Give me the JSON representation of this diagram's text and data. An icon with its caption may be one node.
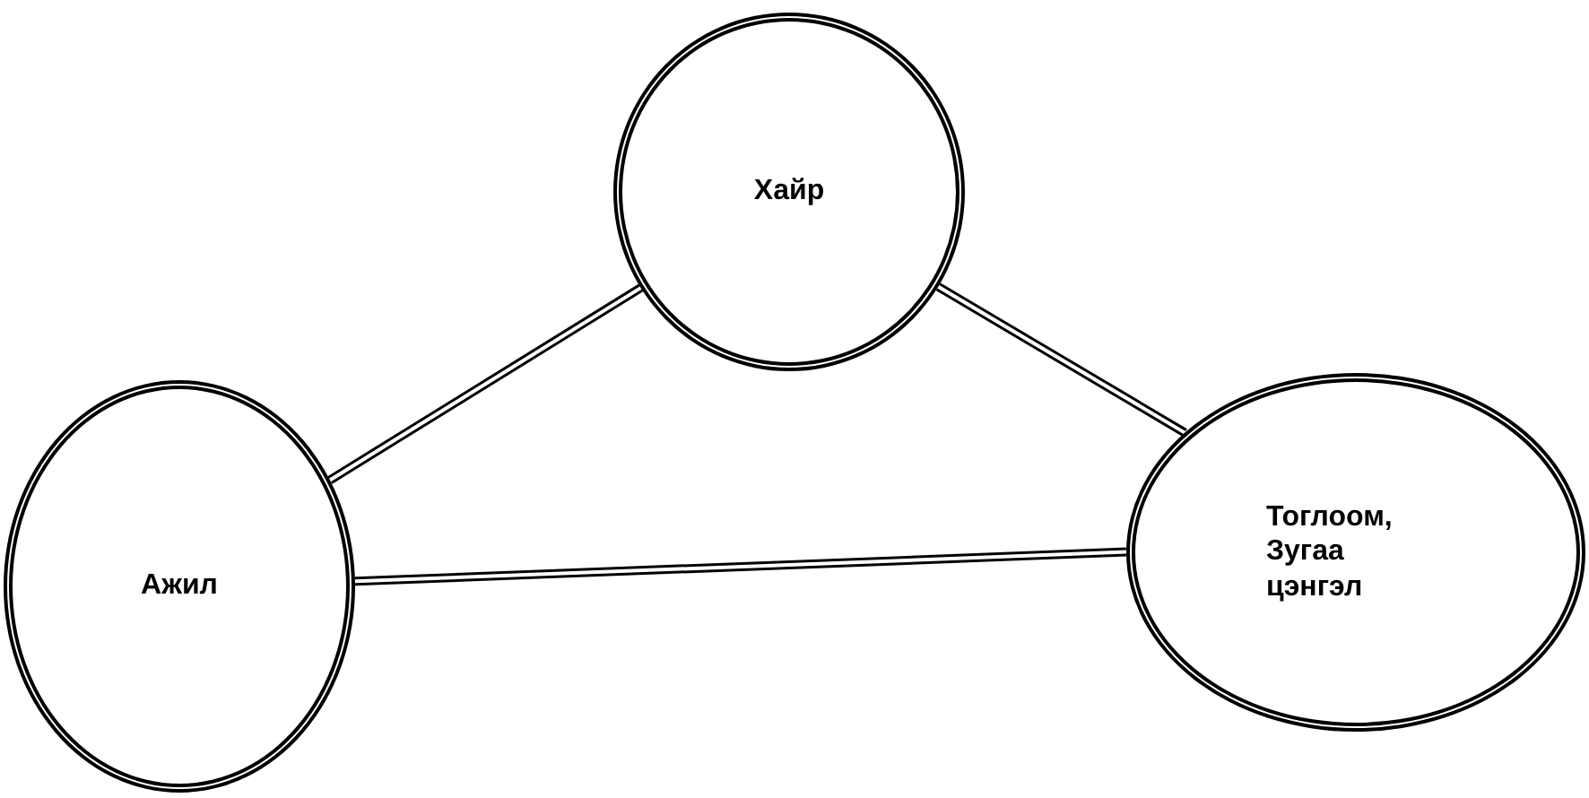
{
  "diagram": {
    "nodes": [
      {
        "text": [
          "Хайр"
        ]
      },
      {
        "text": [
          "Ажил"
        ]
      },
      {
        "text": [
          "Тоглоом, Зугаа цэнгэл"
        ]
      }
    ],
    "edges": [
      {
        "from": 0,
        "to": 1,
        "arrow": "none"
      },
      {
        "from": 0,
        "to": 2,
        "arrow": "none"
      },
      {
        "from": 1,
        "to": 2,
        "arrow": "none"
      }
    ]
  }
}
